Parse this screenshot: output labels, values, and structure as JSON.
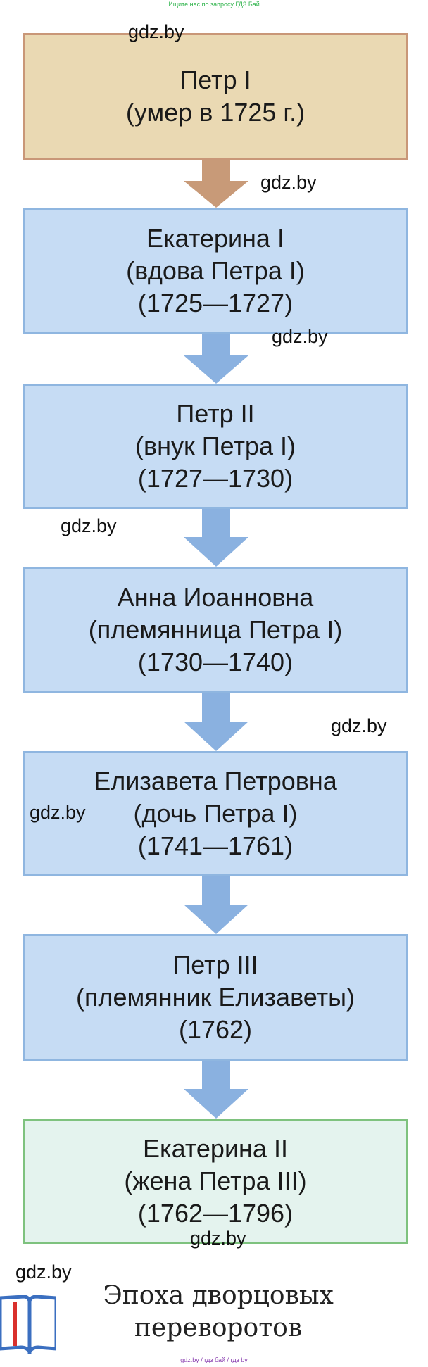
{
  "header": {
    "note": "Ищите нас по запросу ГДЗ Бай"
  },
  "boxes": [
    {
      "lines": [
        "Петр I",
        "(умер в 1725 г.)"
      ]
    },
    {
      "lines": [
        "Екатерина I",
        "(вдова Петра I)",
        "(1725—1727)"
      ]
    },
    {
      "lines": [
        "Петр II",
        "(внук Петра I)",
        "(1727—1730)"
      ]
    },
    {
      "lines": [
        "Анна Иоанновна",
        "(племянница Петра I)",
        "(1730—1740)"
      ]
    },
    {
      "lines": [
        "Елизавета Петровна",
        "(дочь Петра I)",
        "(1741—1761)"
      ]
    },
    {
      "lines": [
        "Петр III",
        "(племянник Елизаветы)",
        "(1762)"
      ]
    },
    {
      "lines": [
        "Екатерина II",
        "(жена Петра III)",
        "(1762—1796)"
      ]
    }
  ],
  "watermark": "gdz.by",
  "caption": {
    "line1": "Эпоха дворцовых",
    "line2": "переворотов"
  },
  "footer": {
    "note": "gdz.by / гдз бай / гдз by"
  },
  "colors": {
    "first_fill": "#ead9b3",
    "first_border": "#c99778",
    "first_arrow": "#c89a78",
    "blue_fill": "#c6dcf4",
    "blue_border": "#8fb6e0",
    "blue_arrow": "#8ab1e0",
    "green_fill": "#e4f3ee",
    "green_border": "#7ec27e"
  }
}
